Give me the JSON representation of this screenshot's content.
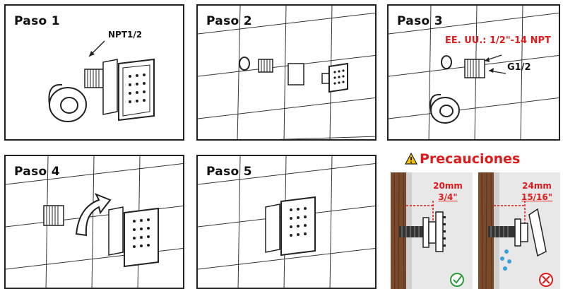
{
  "steps": [
    {
      "title": "Paso 1",
      "label": "NPT1/2"
    },
    {
      "title": "Paso 2"
    },
    {
      "title": "Paso 3",
      "label_thread": "EE. UU.: 1/2\"-14 NPT",
      "label_g": "G1/2"
    },
    {
      "title": "Paso 4"
    },
    {
      "title": "Paso 5"
    }
  ],
  "precautions": {
    "title": "Precauciones",
    "good": {
      "mm": "20mm",
      "inch": "3/4\""
    },
    "bad": {
      "mm": "24mm",
      "inch": "15/16\""
    },
    "colors": {
      "accent": "#e01a1a",
      "wood": "#7a4a2b",
      "ok": "#2a9a3a",
      "water": "#3aa0d8"
    }
  }
}
